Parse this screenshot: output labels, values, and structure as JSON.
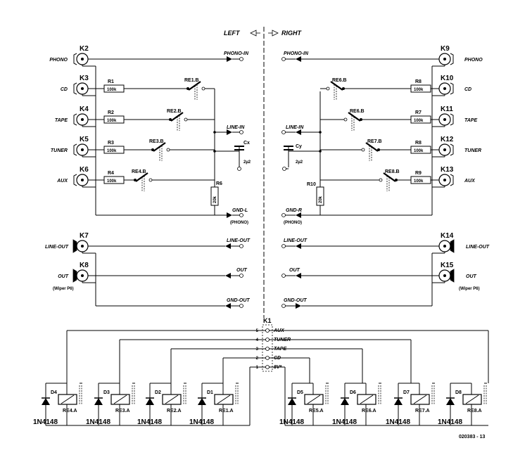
{
  "header": {
    "left": "LEFT",
    "right": "RIGHT"
  },
  "left_inputs": [
    {
      "conn": "K2",
      "label": "PHONO",
      "resistor": "",
      "value": "",
      "relay": ""
    },
    {
      "conn": "K3",
      "label": "CD",
      "resistor": "R1",
      "value": "100k",
      "relay": "RE1.B"
    },
    {
      "conn": "K4",
      "label": "TAPE",
      "resistor": "R2",
      "value": "100k",
      "relay": "RE2.B"
    },
    {
      "conn": "K5",
      "label": "TUNER",
      "resistor": "R3",
      "value": "100k",
      "relay": "RE3.B"
    },
    {
      "conn": "K6",
      "label": "AUX",
      "resistor": "R4",
      "value": "100k",
      "relay": "RE4.B"
    }
  ],
  "right_inputs": [
    {
      "conn": "K9",
      "label": "PHONO",
      "resistor": "",
      "value": "",
      "relay": ""
    },
    {
      "conn": "K10",
      "label": "CD",
      "resistor": "R8",
      "value": "100k",
      "relay": "RE6.B"
    },
    {
      "conn": "K11",
      "label": "TAPE",
      "resistor": "R7",
      "value": "100k",
      "relay": "RE6.B"
    },
    {
      "conn": "K12",
      "label": "TUNER",
      "resistor": "R8",
      "value": "100k",
      "relay": "RE7.B"
    },
    {
      "conn": "K13",
      "label": "AUX",
      "resistor": "R9",
      "value": "100k",
      "relay": "RE8.B"
    }
  ],
  "left_nets": {
    "phono_in": "PHONO-IN",
    "line_in": "LINE-IN",
    "gnd": "GND-L",
    "gnd_note": "(PHONO)",
    "cap": "Cx",
    "cap_value": "2µ2",
    "r_load": "R6",
    "r_load_value": "20k",
    "line_out": "LINE-OUT",
    "out": "OUT",
    "gnd_out": "GND-OUT"
  },
  "right_nets": {
    "phono_in": "PHONO-IN",
    "line_in": "LINE-IN",
    "gnd": "GND-R",
    "gnd_note": "(PHONO)",
    "cap": "Cy",
    "cap_value": "2µ2",
    "r_load": "R10",
    "r_load_value": "20k",
    "line_out": "LINE-OUT",
    "out": "OUT",
    "gnd_out": "GND-OUT"
  },
  "left_outputs": [
    {
      "conn": "K7",
      "label": "LINE-OUT",
      "note": ""
    },
    {
      "conn": "K8",
      "label": "OUT",
      "note": "(Wiper P6)"
    }
  ],
  "right_outputs": [
    {
      "conn": "K14",
      "label": "LINE-OUT",
      "note": ""
    },
    {
      "conn": "K15",
      "label": "OUT",
      "note": "(Wiper P6)"
    }
  ],
  "k1": {
    "name": "K1",
    "pins": [
      {
        "num": "5",
        "label": "AUX"
      },
      {
        "num": "4",
        "label": "TUNER"
      },
      {
        "num": "3",
        "label": "TAPE"
      },
      {
        "num": "2",
        "label": "CD"
      },
      {
        "num": "1",
        "label": "8V*"
      }
    ]
  },
  "drivers_left": [
    {
      "diode": "D4",
      "relay": "RE4.A",
      "part": "1N4148"
    },
    {
      "diode": "D3",
      "relay": "RE3.A",
      "part": "1N4148"
    },
    {
      "diode": "D2",
      "relay": "RE2.A",
      "part": "1N4148"
    },
    {
      "diode": "D1",
      "relay": "RE1.A",
      "part": "1N4148"
    }
  ],
  "drivers_right": [
    {
      "diode": "D5",
      "relay": "RE5.A",
      "part": "1N4148"
    },
    {
      "diode": "D6",
      "relay": "RE6.A",
      "part": "1N4148"
    },
    {
      "diode": "D7",
      "relay": "RE7.A",
      "part": "1N4148"
    },
    {
      "diode": "D8",
      "relay": "RE8.A",
      "part": "1N4148"
    }
  ],
  "figure_id": "020383 - 13"
}
